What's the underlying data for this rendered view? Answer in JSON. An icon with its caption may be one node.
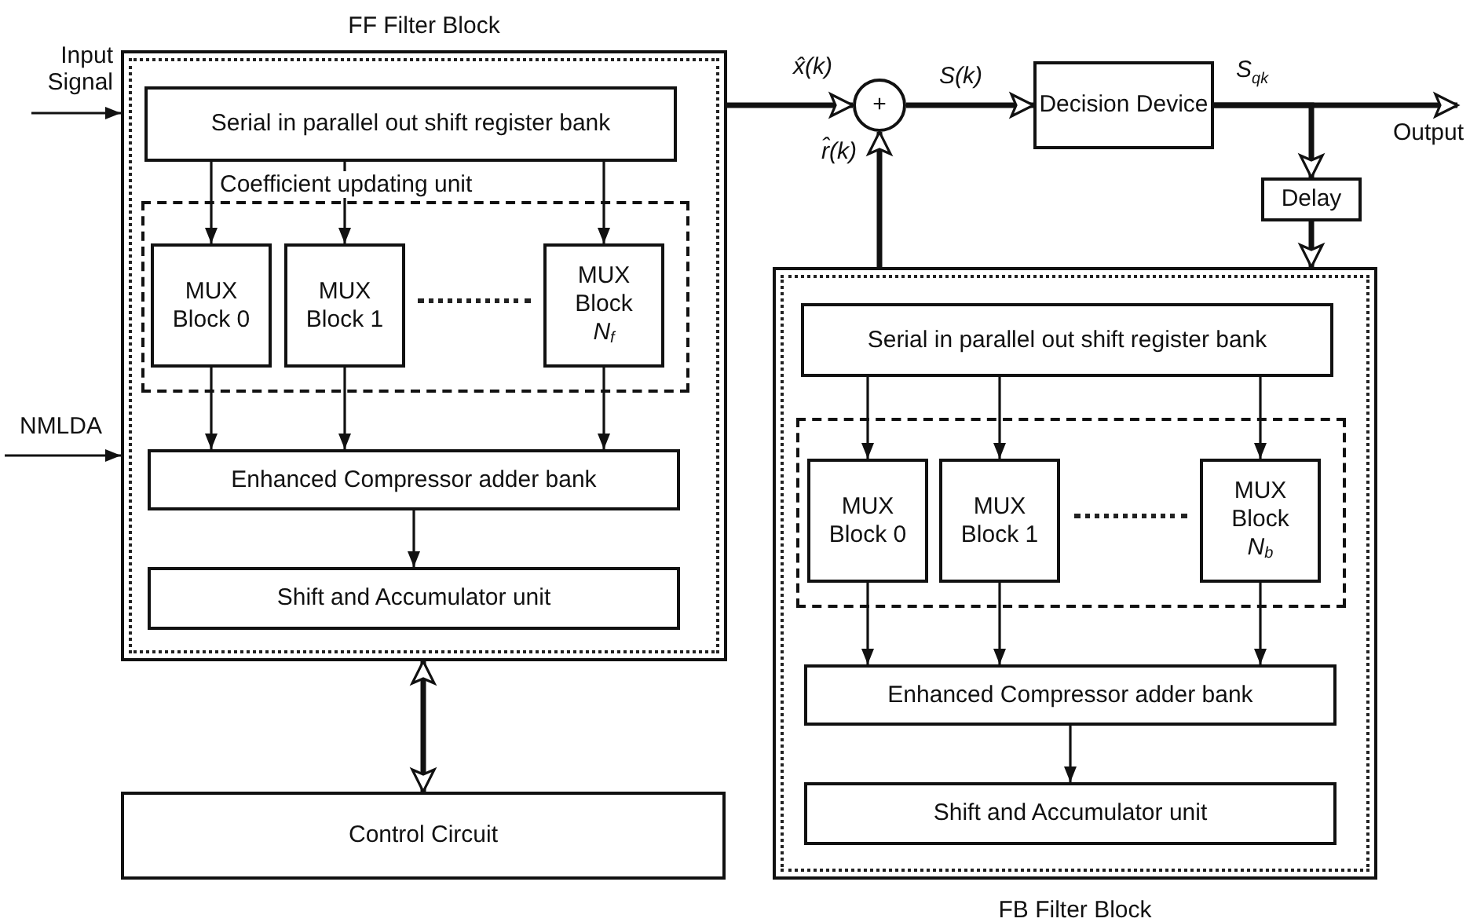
{
  "diagram": {
    "nodes": [
      {
        "text": [
          "FF Filter Block"
        ]
      },
      {
        "text": [
          "Serial in parallel out shift register bank"
        ],
        "in": 0
      },
      {
        "text": [
          "Coefficient updating unit"
        ],
        "in": 0
      },
      {
        "text": [
          "MUX Block 0"
        ],
        "in": 2
      },
      {
        "text": [
          "MUX Block 1"
        ],
        "in": 2
      },
      {
        "text": [
          "MUX Block *N*$_{f}$"
        ],
        "in": 2
      },
      {
        "text": [
          "Enhanced Compressor adder bank"
        ],
        "in": 0
      },
      {
        "text": [
          "Shift and Accumulator unit"
        ],
        "in": 0
      },
      {
        "text": [
          "Control Circuit"
        ]
      },
      {
        "text": [
          "Input Signal"
        ]
      },
      {
        "text": [
          "NMLDA"
        ]
      },
      {
        "text": [
          "+"
        ]
      },
      {
        "text": [
          "Decision Device"
        ]
      },
      {
        "text": [
          "Delay"
        ]
      },
      {
        "text": [
          "FB Filter Block"
        ]
      },
      {
        "text": [
          "Serial in parallel out shift register bank"
        ],
        "in": 14
      },
      {
        "text": [],
        "shape": "box",
        "in": 14
      },
      {
        "text": [
          "MUX Block 0"
        ],
        "in": 16
      },
      {
        "text": [
          "MUX Block 1"
        ],
        "in": 16
      },
      {
        "text": [
          "MUX Block *N*$_{b}$"
        ],
        "in": 16
      },
      {
        "text": [
          "Enhanced Compressor adder bank"
        ],
        "in": 14
      },
      {
        "text": [
          "Shift and Accumulator unit"
        ],
        "in": 14
      },
      {
        "text": [
          "Output"
        ]
      }
    ],
    "edges": [
      {
        "from": 9,
        "to": 0,
        "arrow": "to"
      },
      {
        "from": 10,
        "to": 0,
        "arrow": "to"
      },
      {
        "from": 1,
        "to": 3,
        "arrow": "to"
      },
      {
        "from": 1,
        "to": 4,
        "arrow": "to"
      },
      {
        "from": 1,
        "to": 5,
        "arrow": "to"
      },
      {
        "from": 3,
        "to": 6,
        "arrow": "to"
      },
      {
        "from": 4,
        "to": 6,
        "arrow": "to"
      },
      {
        "from": 5,
        "to": 6,
        "arrow": "to"
      },
      {
        "from": 6,
        "to": 7,
        "arrow": "to"
      },
      {
        "from": 0,
        "to": 11,
        "arrow": "to",
        "label": "x̂(k)",
        "style": "thick"
      },
      {
        "from": 14,
        "to": 11,
        "arrow": "to",
        "label": "r̂(k)",
        "style": "thick"
      },
      {
        "from": 11,
        "to": 12,
        "arrow": "to",
        "label": "S(k)",
        "style": "thick"
      },
      {
        "from": 12,
        "to": 22,
        "arrow": "to",
        "label": "S$_{qk}$",
        "style": "thick"
      },
      {
        "from": 12,
        "to": 13,
        "arrow": "to",
        "style": "thick"
      },
      {
        "from": 13,
        "to": 14,
        "arrow": "to",
        "style": "thick"
      },
      {
        "from": 0,
        "to": 8,
        "arrow": "both",
        "style": "thick"
      },
      {
        "from": 15,
        "to": 17,
        "arrow": "to"
      },
      {
        "from": 15,
        "to": 18,
        "arrow": "to"
      },
      {
        "from": 15,
        "to": 19,
        "arrow": "to"
      },
      {
        "from": 17,
        "to": 20,
        "arrow": "to"
      },
      {
        "from": 18,
        "to": 20,
        "arrow": "to"
      },
      {
        "from": 19,
        "to": 20,
        "arrow": "to"
      },
      {
        "from": 20,
        "to": 21,
        "arrow": "to"
      }
    ]
  }
}
